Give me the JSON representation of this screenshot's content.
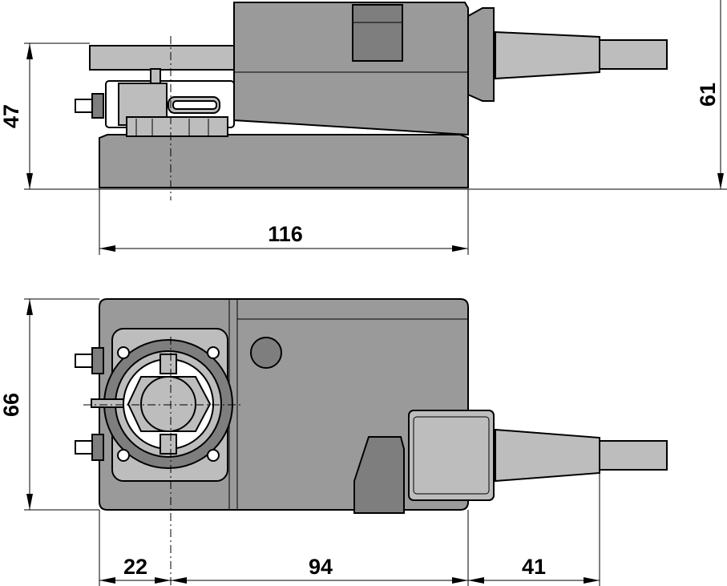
{
  "dimensions": {
    "side_height": "47",
    "side_total_height": "61",
    "side_length": "116",
    "top_width": "66",
    "top_shaft_offset": "22",
    "top_body_length": "94",
    "top_cable_length": "41"
  },
  "colors": {
    "housing": "#9a9a9a",
    "housing_dark": "#7e7e7e",
    "housing_light": "#bdbdbd",
    "lines": "#000000"
  }
}
